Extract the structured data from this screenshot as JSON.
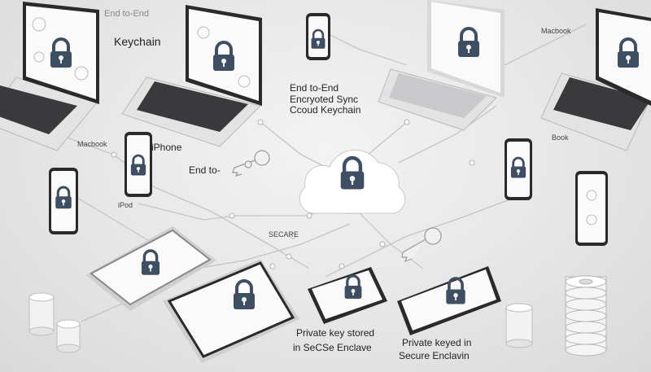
{
  "labels": {
    "end_to_end_top": "End to-End",
    "keychain": "Keychain",
    "macbook_top_right": "Macbook",
    "center_title_1": "End to-End",
    "center_title_2": "Encryoted Sync",
    "center_title_3": "Ccoud Keychain",
    "macbook_left": "Macbook",
    "iphone": "iPhone",
    "end_to_mid": "End to-",
    "book_right": "Book",
    "ipod": "iPod",
    "secure": "SECARE",
    "private_key_1": "Private key stored",
    "private_key_2": "in SeCSe Enclave",
    "private_keyed_1": "Private keyed in",
    "private_keyed_2": "Secure Enclavin"
  },
  "colors": {
    "lock": "#3f4f63",
    "device_body": "#e9e9ea",
    "device_edge": "#b9b9bb",
    "screen": "#fafafa",
    "bezel": "#2a2a2c",
    "line": "#c4c4c6"
  }
}
